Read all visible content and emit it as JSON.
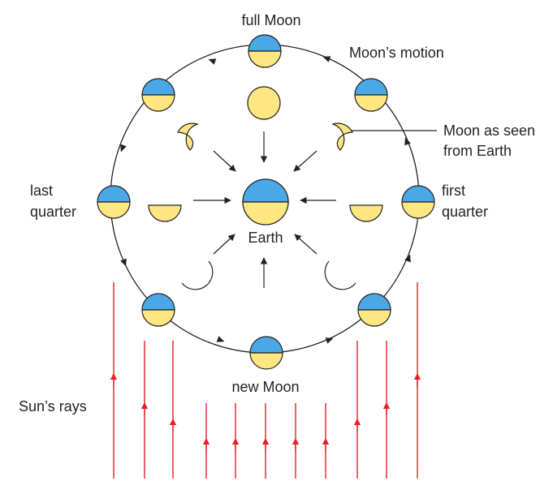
{
  "labels": {
    "full_moon": "full Moon",
    "moon_motion": "Moon’s motion",
    "moon_seen_line1": "Moon as seen",
    "moon_seen_line2": "from Earth",
    "last_quarter_line1": "last",
    "last_quarter_line2": "quarter",
    "first_quarter_line1": "first",
    "first_quarter_line2": "quarter",
    "earth": "Earth",
    "new_moon": "new Moon",
    "suns_rays": "Sun’s rays"
  },
  "colors": {
    "ocean_blue": "#4aa8e6",
    "sunlit_yellow": "#ffe680",
    "outline": "#222222",
    "sun_ray_red": "#e8202a"
  }
}
